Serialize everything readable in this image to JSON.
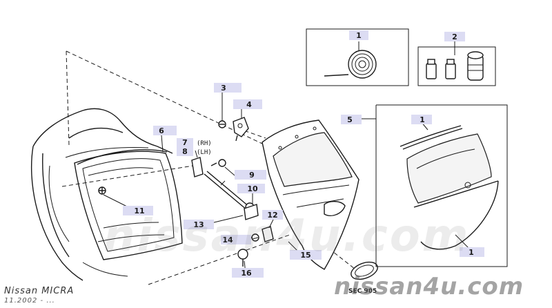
{
  "model": {
    "title": "Nissan MICRA",
    "date_range": "11.2002 - ..."
  },
  "watermarks": {
    "center": "nissan4u.com",
    "corner": "nissan4u.com"
  },
  "section_ref": "SEC 905",
  "side_tags": {
    "rh": "(RH)",
    "lh": "(LH)"
  },
  "callouts": [
    {
      "id": "c1-top",
      "label": "1"
    },
    {
      "id": "c2",
      "label": "2"
    },
    {
      "id": "c3",
      "label": "3"
    },
    {
      "id": "c4",
      "label": "4"
    },
    {
      "id": "c5",
      "label": "5"
    },
    {
      "id": "c1-glass-top",
      "label": "1"
    },
    {
      "id": "c6",
      "label": "6"
    },
    {
      "id": "c7",
      "label": "7"
    },
    {
      "id": "c8",
      "label": "8"
    },
    {
      "id": "c9",
      "label": "9"
    },
    {
      "id": "c10",
      "label": "10"
    },
    {
      "id": "c11",
      "label": "11"
    },
    {
      "id": "c12",
      "label": "12"
    },
    {
      "id": "c13",
      "label": "13"
    },
    {
      "id": "c14",
      "label": "14"
    },
    {
      "id": "c15",
      "label": "15"
    },
    {
      "id": "c16",
      "label": "16"
    },
    {
      "id": "c1-glass-bottom",
      "label": "1"
    }
  ],
  "colors": {
    "callout_bg": "#dcdcf3",
    "line": "#1a1a1a"
  }
}
